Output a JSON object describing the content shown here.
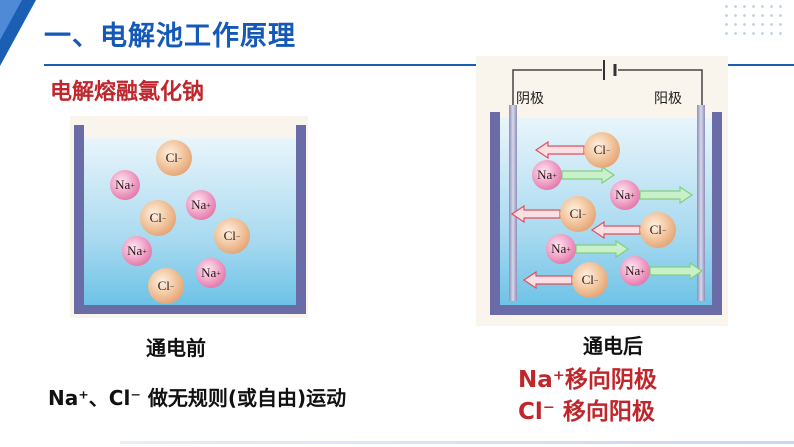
{
  "header": {
    "title": "一、电解池工作原理"
  },
  "subtitle": "电解熔融氯化钠",
  "left": {
    "caption": "通电前",
    "ions": [
      {
        "type": "cl",
        "label": "Cl",
        "charge": "−"
      },
      {
        "type": "na",
        "label": "Na",
        "charge": "+"
      },
      {
        "type": "na",
        "label": "Na",
        "charge": "+"
      },
      {
        "type": "cl",
        "label": "Cl",
        "charge": "−"
      },
      {
        "type": "cl",
        "label": "Cl",
        "charge": "−"
      },
      {
        "type": "na",
        "label": "Na",
        "charge": "+"
      },
      {
        "type": "na",
        "label": "Na",
        "charge": "+"
      },
      {
        "type": "cl",
        "label": "Cl",
        "charge": "−"
      }
    ],
    "description": "Na⁺、Cl⁻ 做无规则(或自由)运动"
  },
  "right": {
    "caption": "通电后",
    "cathode_label": "阴极",
    "anode_label": "阳极",
    "ions": [
      {
        "type": "cl",
        "label": "Cl",
        "charge": "−"
      },
      {
        "type": "na",
        "label": "Na",
        "charge": "+"
      },
      {
        "type": "na",
        "label": "Na",
        "charge": "+"
      },
      {
        "type": "cl",
        "label": "Cl",
        "charge": "−"
      },
      {
        "type": "cl",
        "label": "Cl",
        "charge": "−"
      },
      {
        "type": "na",
        "label": "Na",
        "charge": "+"
      },
      {
        "type": "na",
        "label": "Na",
        "charge": "+"
      },
      {
        "type": "cl",
        "label": "Cl",
        "charge": "−"
      }
    ],
    "result_na": "Na⁺移向阴极",
    "result_cl": "Cl⁻ 移向阳极"
  },
  "colors": {
    "accent_blue": "#1559b8",
    "red": "#c0272d",
    "arrow_na": "#7fd07f",
    "arrow_cl": "#e05060"
  }
}
